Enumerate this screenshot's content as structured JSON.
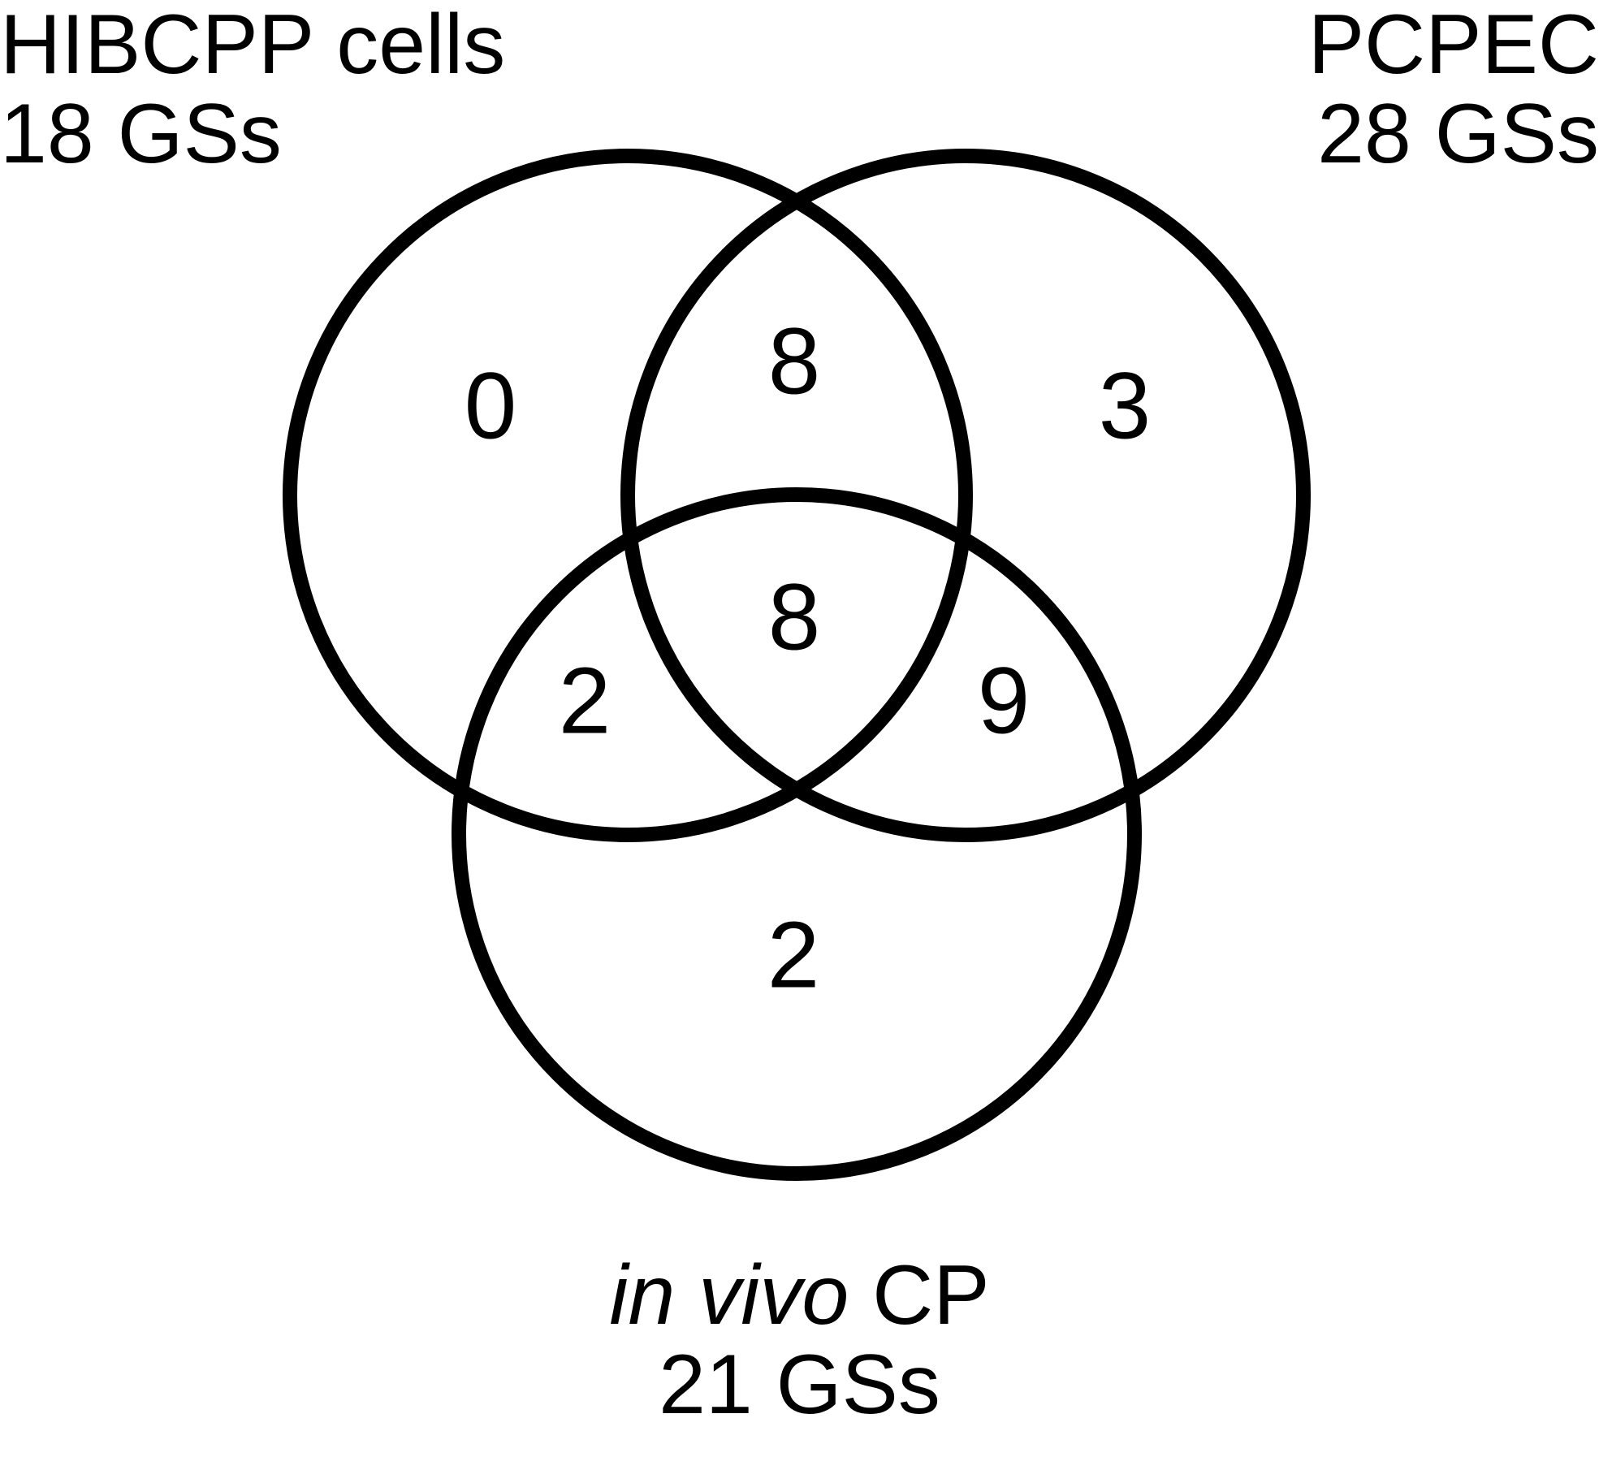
{
  "sets": [
    {
      "id": "hibcpp",
      "name": "HIBCPP cells",
      "count_label": "18 GSs"
    },
    {
      "id": "pcpec",
      "name": "PCPEC",
      "count_label": "28 GSs"
    },
    {
      "id": "invivo",
      "name_italic": "in vivo",
      "name_rest": "CP",
      "count_label": "21 GSs"
    }
  ],
  "regions": {
    "hibcpp_only": "0",
    "pcpec_only": "3",
    "invivo_only": "2",
    "hibcpp_pcpec": "8",
    "hibcpp_invivo": "2",
    "pcpec_invivo": "9",
    "all_three": "8"
  },
  "colors": {
    "stroke": "#000000",
    "background": "#ffffff"
  }
}
